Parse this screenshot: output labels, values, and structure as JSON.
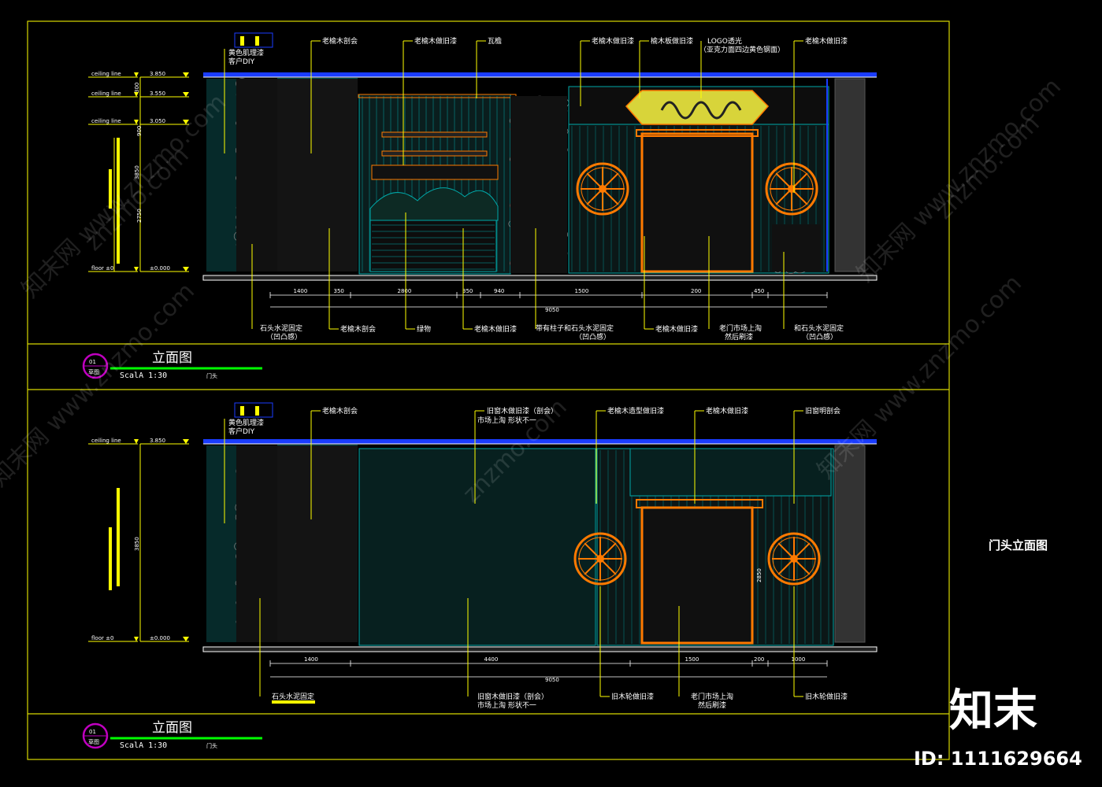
{
  "colors": {
    "frame": "#d8d800",
    "teal": "#00a8a8",
    "orange": "#ff7a00",
    "yellow": "#ffff00",
    "white": "#ffffff",
    "blue": "#1a3cff",
    "green": "#00ff00",
    "magenta": "#c000c0"
  },
  "side_title": "门头立面图",
  "brand": "知末",
  "id_text": "ID: 1111629664",
  "watermark": "znzmo.com",
  "watermark_cn": "知末网 www.znzmo.com",
  "panel1": {
    "callouts_top": [
      "黄色肌理漆",
      "客户DIY",
      "老榆木剖会",
      "老榆木做旧漆",
      "瓦檐",
      "老榆木做旧漆",
      "榆木板做旧漆",
      "LOGO透光",
      "（亚克力面四边黄色钢面）",
      "老榆木做旧漆"
    ],
    "callouts_bottom": [
      "石头水泥固定",
      "（凹凸感）",
      "老榆木剖会",
      "绿物",
      "老榆木做旧漆",
      "带有柱子和石头水泥固定",
      "（凹凸感）",
      "老榆木做旧漆",
      "老门市场上淘",
      "然后刷漆",
      "和石头水泥固定",
      "（凹凸感）"
    ],
    "levels": [
      "ceiling line",
      "ceiling line",
      "ceiling line",
      "floor ±0"
    ],
    "level_values": [
      "3.850",
      "3.550",
      "3.050",
      "±0.000"
    ],
    "dims_h": [
      "1400",
      "350",
      "2800",
      "350",
      "940",
      "1500",
      "200",
      "450"
    ],
    "dim_total": "9050",
    "dims_v": [
      "300",
      "900",
      "3850",
      "2750"
    ],
    "view_no": "01",
    "view_sub": "草图",
    "title": "立面图",
    "scale": "ScalA 1:30",
    "sub": "门头"
  },
  "panel2": {
    "callouts_top": [
      "黄色肌理漆",
      "客户DIY",
      "老榆木剖会",
      "旧窗木做旧漆（剖会）",
      "市场上淘  形状不一",
      "老榆木造型做旧漆",
      "老榆木做旧漆",
      "旧窗明剖会"
    ],
    "callouts_bottom": [
      "石头水泥固定",
      "旧窗木做旧漆（剖会）",
      "市场上淘  形状不一",
      "旧木轮做旧漆",
      "老门市场上淘",
      "然后刷漆",
      "旧木轮做旧漆"
    ],
    "levels": [
      "ceiling line",
      "floor ±0"
    ],
    "level_values": [
      "3.850",
      "±0.000"
    ],
    "dims_h": [
      "1400",
      "4400",
      "1500",
      "200",
      "1000"
    ],
    "dim_total": "9050",
    "dims_v": [
      "3850",
      "2850"
    ],
    "view_no": "01",
    "view_sub": "草图",
    "title": "立面图",
    "scale": "ScalA 1:30",
    "sub": "门头"
  }
}
